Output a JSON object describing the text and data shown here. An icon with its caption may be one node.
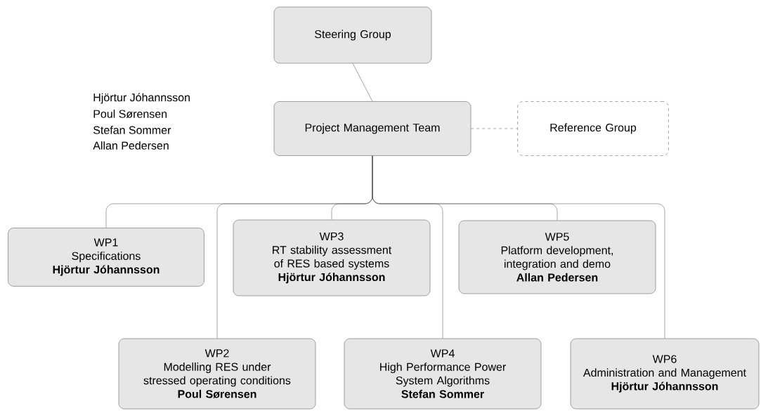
{
  "diagram": {
    "nodes": [
      {
        "text": [
          "Steering Group"
        ]
      },
      {
        "text": [
          "Project Management Team"
        ],
        "beside": [
          "Hjörtur Jóhannsson",
          "Poul Sørensen",
          "Stefan Sommer",
          "Allan Pedersen"
        ]
      },
      {
        "text": [
          "Reference Group"
        ]
      },
      {
        "text": [
          "WP1",
          "Specifications",
          "Hjörtur Jóhannsson"
        ]
      },
      {
        "text": [
          "WP2",
          "Modelling RES under stressed operating conditions",
          "Poul Sørensen"
        ]
      },
      {
        "text": [
          "WP3",
          "RT stability assessment of RES based systems",
          "Hjörtur Jóhannsson"
        ]
      },
      {
        "text": [
          "WP4",
          "High Performance Power System Algorithms",
          "Stefan Sommer"
        ]
      },
      {
        "text": [
          "WP5",
          "Platform development, integration and demo",
          "Allan Pedersen"
        ]
      },
      {
        "text": [
          "WP6",
          "Administration and Management",
          "Hjörtur Jóhannsson"
        ]
      }
    ],
    "edges": [
      {
        "from": 0,
        "to": 1,
        "arrow": "none"
      },
      {
        "from": 1,
        "to": 2,
        "arrow": "none",
        "style": "dashed"
      },
      {
        "from": 1,
        "to": 3,
        "arrow": "none"
      },
      {
        "from": 1,
        "to": 4,
        "arrow": "none"
      },
      {
        "from": 1,
        "to": 5,
        "arrow": "none"
      },
      {
        "from": 1,
        "to": 6,
        "arrow": "none"
      },
      {
        "from": 1,
        "to": 7,
        "arrow": "none"
      },
      {
        "from": 1,
        "to": 8,
        "arrow": "none"
      }
    ]
  }
}
